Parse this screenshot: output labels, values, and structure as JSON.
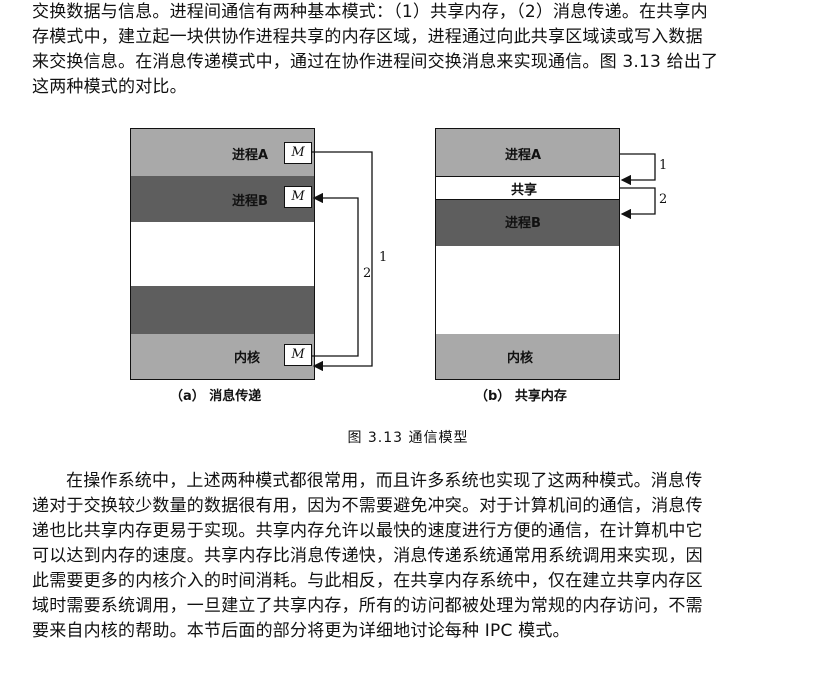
{
  "paragraph1": {
    "lines": [
      "交换数据与信息。进程间通信有两种基本模式：（1）共享内存，（2）消息传递。在共享内",
      "存模式中，建立起一块供协作进程共享的内存区域，进程通过向此共享区域读或写入数据",
      "来交换信息。在消息传递模式中，通过在协作进程间交换消息来实现通信。图 3.13 给出了",
      "这两种模式的对比。"
    ]
  },
  "figure": {
    "a": {
      "process_a": "进程A",
      "process_b": "进程B",
      "kernel": "内核",
      "m_label": "M",
      "arrow_1": "1",
      "arrow_2": "2",
      "caption": "（a） 消息传递"
    },
    "b": {
      "process_a": "进程A",
      "shared": "共享",
      "process_b": "进程B",
      "kernel": "内核",
      "arrow_1": "1",
      "arrow_2": "2",
      "caption": "（b） 共享内存"
    },
    "title": "图 3.13    通信模型"
  },
  "paragraph2": {
    "lines": [
      "在操作系统中，上述两种模式都很常用，而且许多系统也实现了这两种模式。消息传",
      "递对于交换较少数量的数据很有用，因为不需要避免冲突。对于计算机间的通信，消息传",
      "递也比共享内存更易于实现。共享内存允许以最快的速度进行方便的通信，在计算机中它",
      "可以达到内存的速度。共享内存比消息传递快，消息传递系统通常用系统调用来实现，因",
      "此需要更多的内核介入的时间消耗。与此相反，在共享内存系统中，仅在建立共享内存区",
      "域时需要系统调用，一旦建立了共享内存，所有的访问都被处理为常规的内存访问，不需",
      "要来自内核的帮助。本节后面的部分将更为详细地讨论每种 IPC 模式。"
    ]
  },
  "colors": {
    "light_gray": "#a9a9a9",
    "dark_gray": "#5e5e5e",
    "white": "#ffffff",
    "ink": "#111111"
  }
}
